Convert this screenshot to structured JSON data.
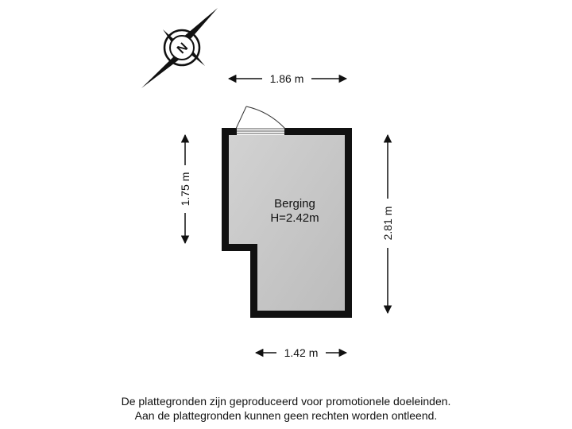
{
  "compass": {
    "north_label": "N",
    "icon": "compass-rose-icon"
  },
  "dimensions": {
    "top_width": "1.86 m",
    "left_height": "1.75 m",
    "right_height": "2.81 m",
    "bottom_width": "1.42 m"
  },
  "room": {
    "name": "Berging",
    "ceiling_height": "H=2.42m"
  },
  "disclaimer": {
    "line1": "De plattegronden zijn geproduceerd voor promotionele doeleinden.",
    "line2": "Aan de plattegronden kunnen geen rechten worden ontleend."
  },
  "colors": {
    "wall": "#111111",
    "floor": "#c8c8c8",
    "dimension_line": "#111111",
    "background": "#ffffff"
  }
}
